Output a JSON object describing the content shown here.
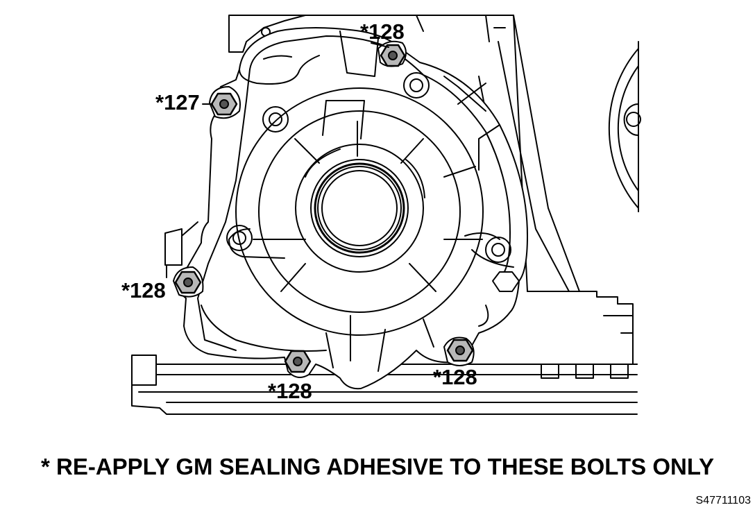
{
  "callouts": {
    "bolt_top": "*128",
    "bolt_upper_left": "*127",
    "bolt_left": "*128",
    "bolt_bottom_left": "*128",
    "bolt_bottom_right": "*128"
  },
  "caption": "* RE-APPLY GM SEALING ADHESIVE TO THESE BOLTS ONLY",
  "figure_id": "S47711103"
}
